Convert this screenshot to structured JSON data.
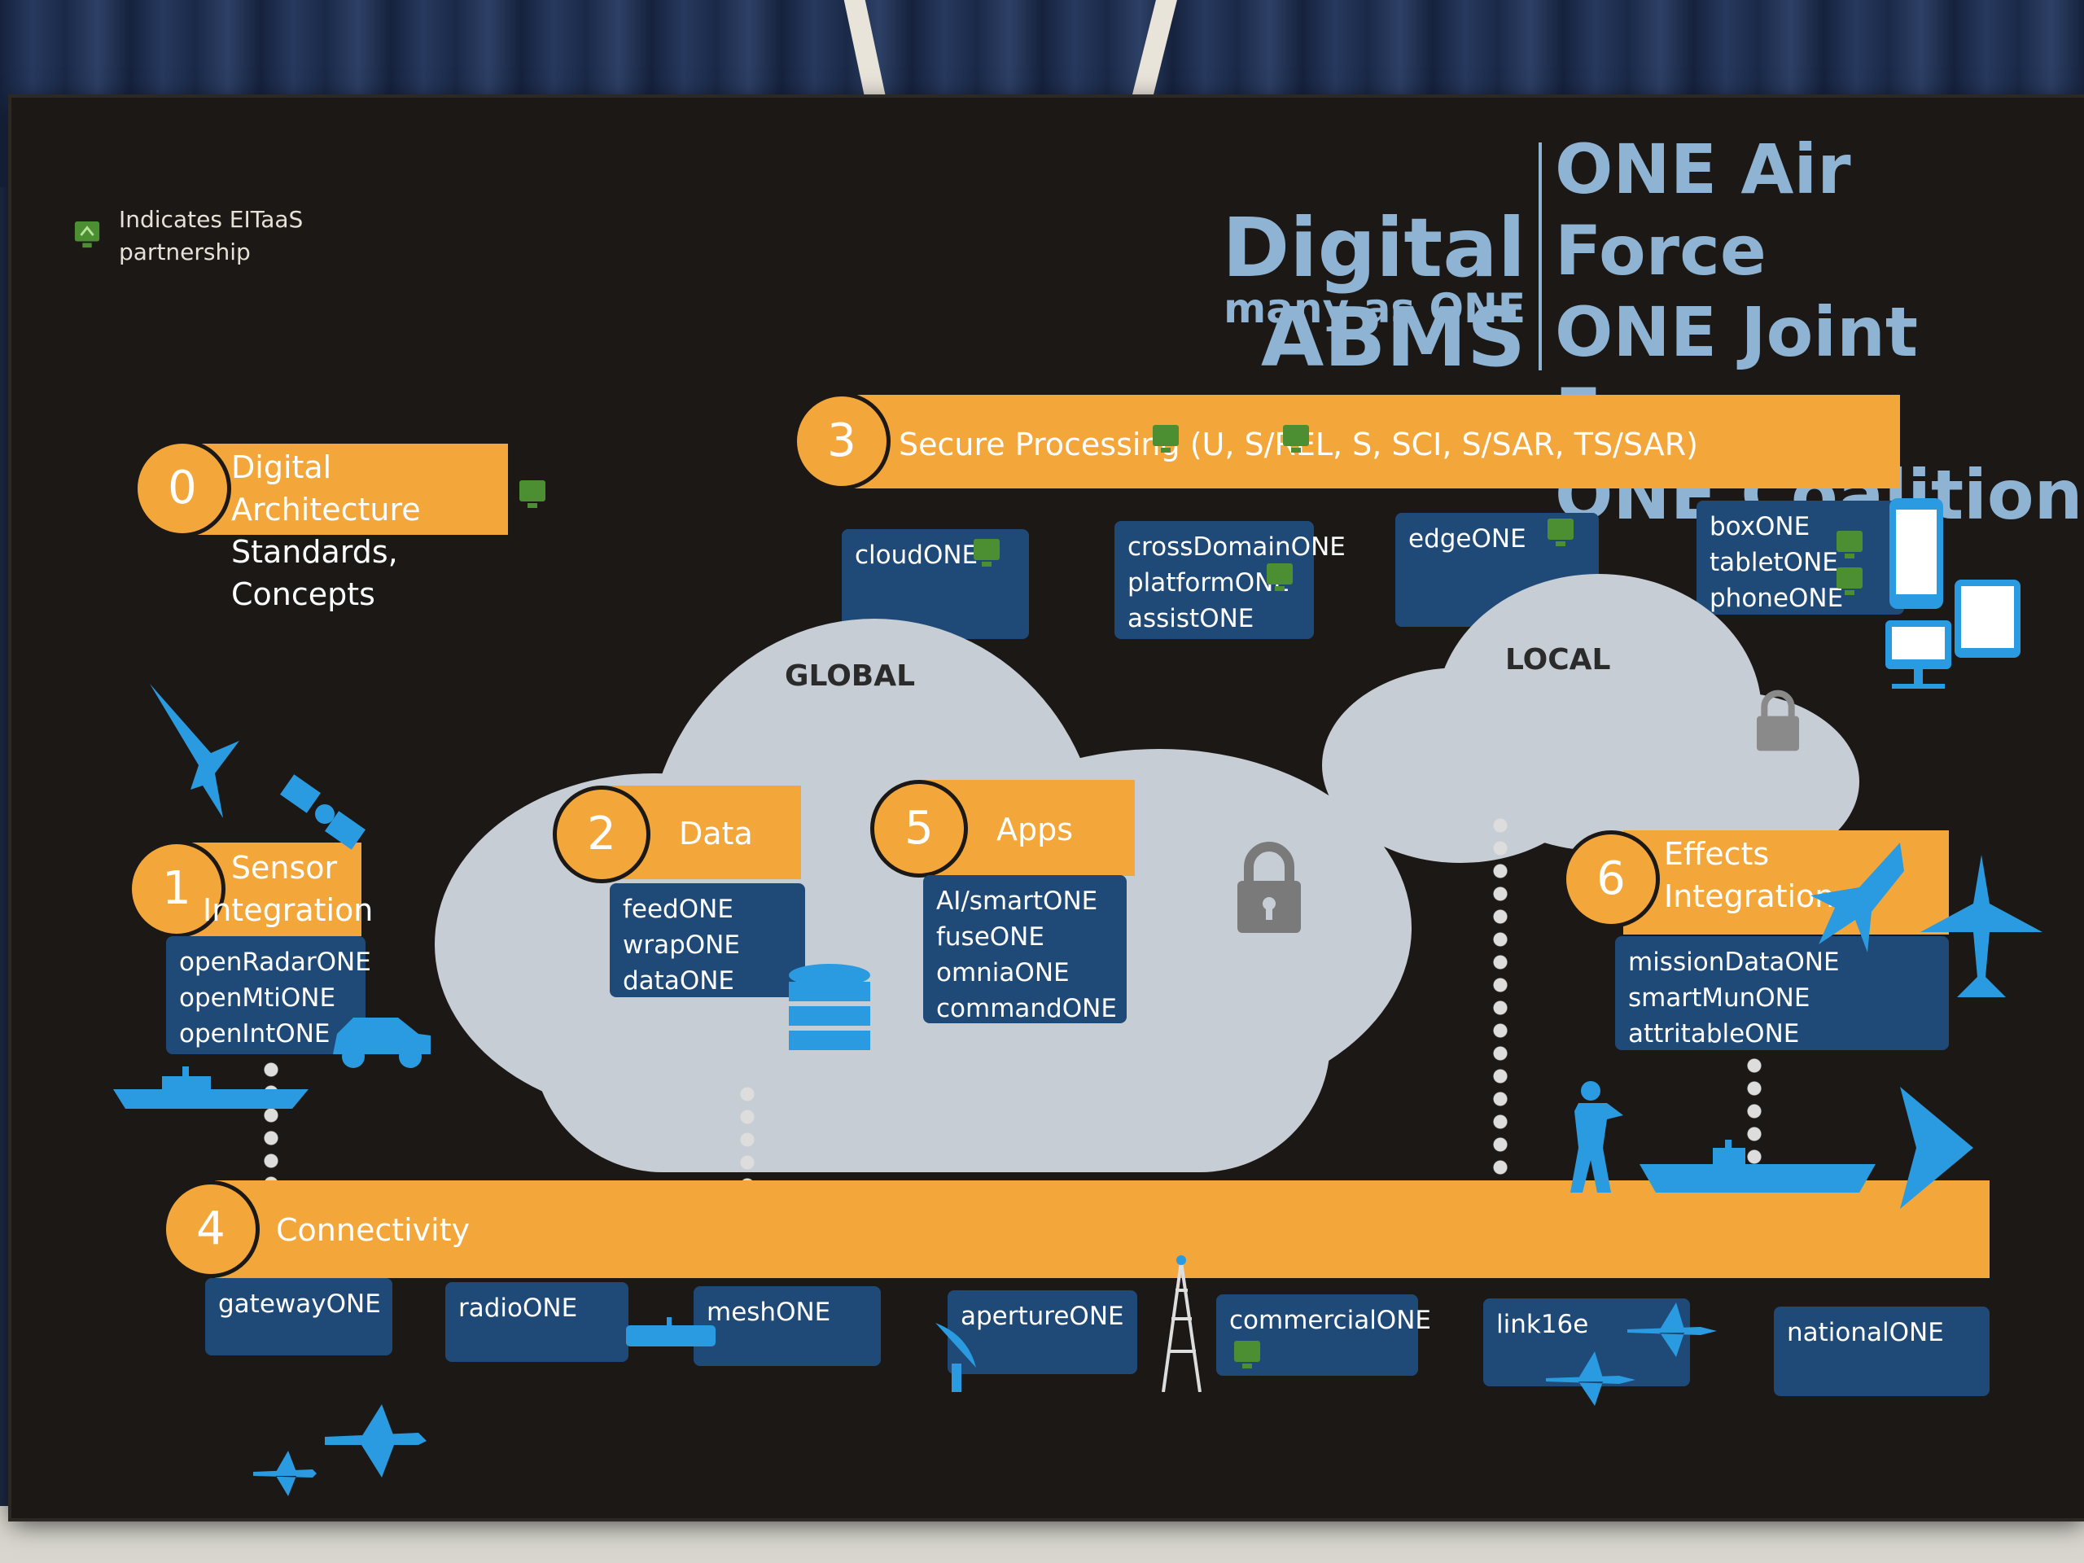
{
  "legend": {
    "text": "Indicates EITaaS partnership",
    "icon": "eitaas-partnership-icon"
  },
  "title": {
    "main": "Digital ABMS",
    "sub": "many as ONE"
  },
  "scope": [
    "ONE Air Force",
    "ONE Joint Force",
    "ONE Coalition"
  ],
  "colors": {
    "banner": "#f3a73b",
    "box": "#1f4a78",
    "title": "#8fb3d3",
    "cloud": "#c6cdd4",
    "board": "#1b1815",
    "icon": "#2a9be0",
    "partner": "#4c8f32"
  },
  "sections": {
    "s0": {
      "num": "0",
      "label": "Digital Architecture Standards, Concepts"
    },
    "s1": {
      "num": "1",
      "label": "Sensor Integration",
      "items": [
        "openRadarONE",
        "openMtiONE",
        "openIntONE"
      ]
    },
    "s2": {
      "num": "2",
      "label": "Data",
      "items": [
        "feedONE",
        "wrapONE",
        "dataONE"
      ]
    },
    "s3": {
      "num": "3",
      "label": "Secure Processing (U, S/REL, S, SCI, S/SAR, TS/SAR)"
    },
    "s4": {
      "num": "4",
      "label": "Connectivity"
    },
    "s5": {
      "num": "5",
      "label": "Apps",
      "items": [
        "AI/smartONE",
        "fuseONE",
        "omniaONE",
        "commandONE"
      ]
    },
    "s6": {
      "num": "6",
      "label": "Effects Integration",
      "items": [
        "missionDataONE",
        "smartMunONE",
        "attritableONE"
      ]
    }
  },
  "processing": {
    "cloud": [
      "cloudONE"
    ],
    "crossdomain": [
      "crossDomainONE",
      "platformONE",
      "assistONE"
    ],
    "edge": [
      "edgeONE"
    ],
    "devices": [
      "boxONE",
      "tabletONE",
      "phoneONE"
    ]
  },
  "clouds": {
    "global": "GLOBAL",
    "local": "LOCAL"
  },
  "connectivity": [
    "gatewayONE",
    "radioONE",
    "meshONE",
    "apertureONE",
    "commercialONE",
    "link16e",
    "nationalONE"
  ]
}
